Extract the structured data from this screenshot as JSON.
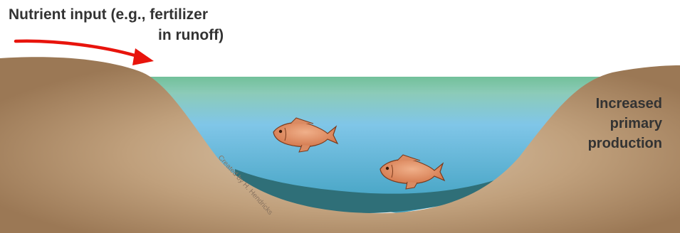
{
  "labels": {
    "input_line1": "Nutrient input (e.g., fertilizer",
    "input_line2": "in runoff)",
    "output_line1": "Increased",
    "output_line2": "primary",
    "output_line3": "production",
    "credit": "Created by H. Hendricks"
  },
  "colors": {
    "ground_light": "#ccb294",
    "ground_dark": "#9c7a58",
    "water_top": "#7fc6a4",
    "water_mid": "#7ec3e6",
    "water_deep": "#3f9dbd",
    "sediment": "#2f6e78",
    "arrow": "#e8140c",
    "fish": "#e4946a",
    "text": "#333333"
  },
  "icons": [
    "fish-icon",
    "arrow-icon"
  ]
}
